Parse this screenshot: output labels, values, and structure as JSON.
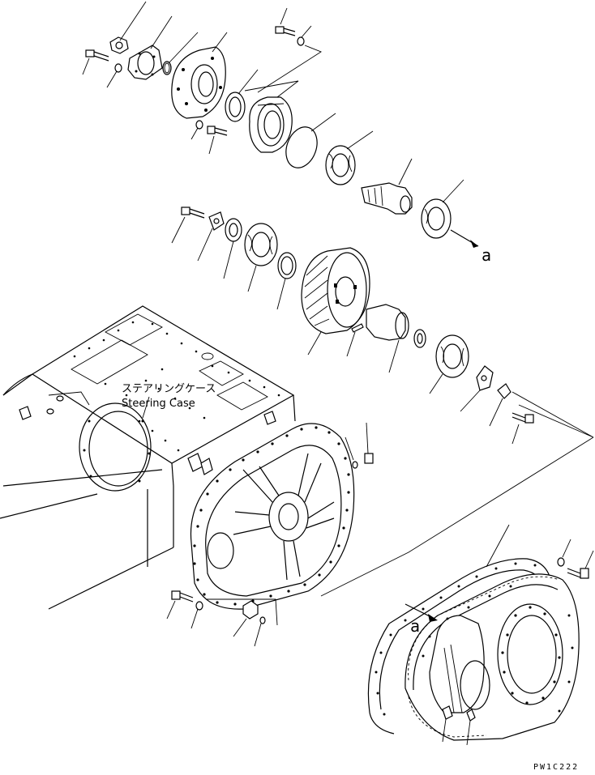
{
  "labels": {
    "case_jp": "ステアリングケース",
    "case_en": "Steering Case",
    "arrow_a_top": "a",
    "arrow_a_bottom": "a",
    "figure_code": "PW1C222"
  },
  "colors": {
    "line": "#000000",
    "background": "#ffffff"
  }
}
